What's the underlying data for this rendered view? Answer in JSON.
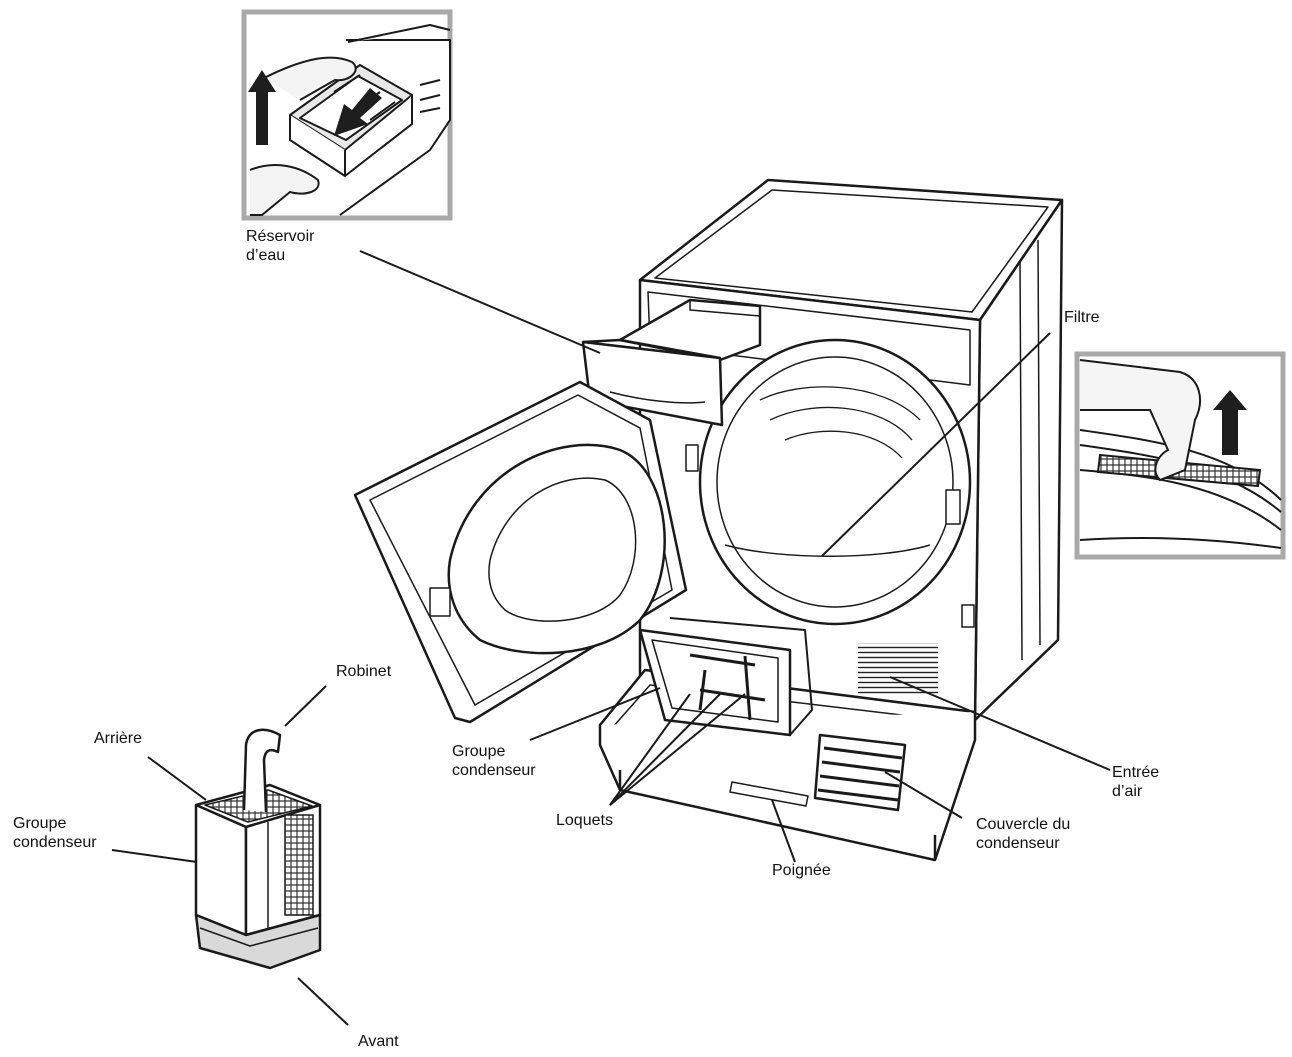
{
  "labels": {
    "reservoir": "Réservoir\nd’eau",
    "filtre": "Filtre",
    "robinet": "Robinet",
    "arriere": "Arrière",
    "groupe_left": "Groupe\ncondenseur",
    "groupe_center": "Groupe\ncondenseur",
    "loquets": "Loquets",
    "poignee": "Poignée",
    "couvercle": "Couvercle du\ncondenseur",
    "entree": "Entrée\nd’air",
    "avant": "Avant"
  },
  "icons": {
    "arrow_up": "arrow-up-icon",
    "arrow_down": "arrow-down-icon"
  },
  "colors": {
    "line": "#1a1a1a",
    "inset_border": "#a9a9a9",
    "fill": "#ffffff",
    "shade": "#d9d9d9",
    "dark": "#2a2a2a"
  }
}
